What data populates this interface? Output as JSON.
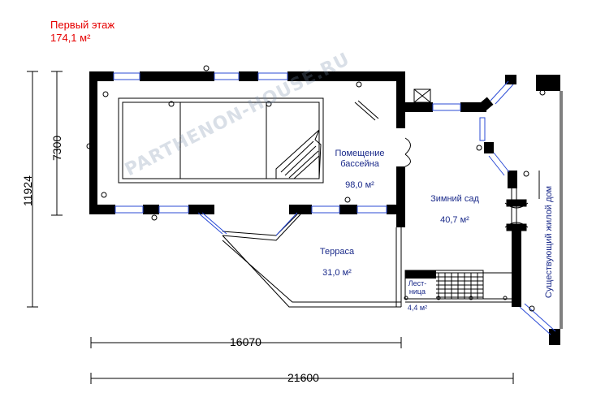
{
  "header": {
    "title": "Первый этаж",
    "total_area": "174,1 м²"
  },
  "rooms": {
    "pool": {
      "name": "Помещение\nбассейна",
      "area": "98,0 м²"
    },
    "winter_garden": {
      "name": "Зимний сад",
      "area": "40,7 м²"
    },
    "terrace": {
      "name": "Терраса",
      "area": "31,0 м²"
    },
    "stairs": {
      "name": "Лест-\nница",
      "area": "4,4 м²"
    }
  },
  "neighbor_label": "Существующий жилой дом",
  "watermark": "PARTHENON-HOUSE.RU",
  "dimensions": {
    "width_main": "16070",
    "width_total": "21600",
    "height_main": "7300",
    "height_total": "11924"
  },
  "colors": {
    "wall": "#000000",
    "window": "#2b4bd6",
    "title": "#e60000",
    "label": "#1a2a8a"
  }
}
